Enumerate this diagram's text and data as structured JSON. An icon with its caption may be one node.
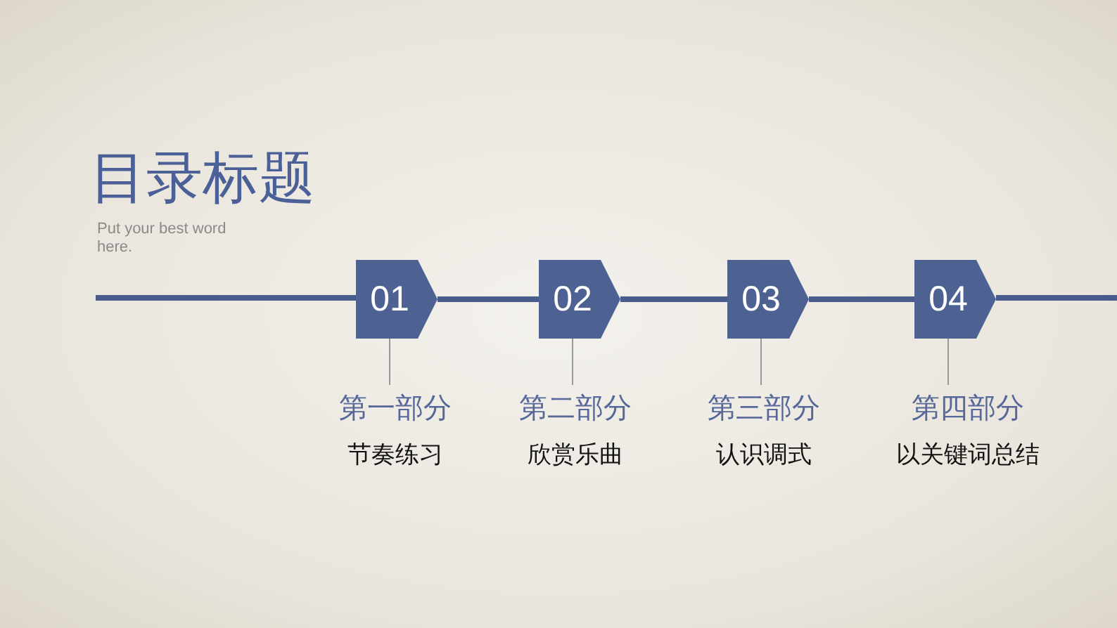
{
  "diagram": {
    "title": "目录标题",
    "nodes": [
      {
        "text": [
          "01"
        ]
      },
      {
        "text": [
          "02"
        ]
      },
      {
        "text": [
          "03"
        ]
      },
      {
        "text": [
          "04"
        ]
      },
      {
        "text": [
          "第一部分",
          "节奏练习"
        ]
      },
      {
        "text": [
          "第二部分",
          "欣赏乐曲"
        ]
      },
      {
        "text": [
          "第三部分",
          "认识调式"
        ]
      },
      {
        "text": [
          "第四部分",
          "以关键词总结"
        ]
      }
    ],
    "edges": [
      {
        "from": 0,
        "to": 1,
        "arrow": "none",
        "style": "thick",
        "color": "#4a5c8c"
      },
      {
        "from": 1,
        "to": 2,
        "arrow": "none",
        "style": "thick",
        "color": "#4a5c8c"
      },
      {
        "from": 2,
        "to": 3,
        "arrow": "none",
        "style": "thick",
        "color": "#4a5c8c"
      },
      {
        "from": 0,
        "to": 4,
        "arrow": "none",
        "color": "#9a9a9a"
      },
      {
        "from": 1,
        "to": 5,
        "arrow": "none",
        "color": "#9a9a9a"
      },
      {
        "from": 2,
        "to": 6,
        "arrow": "none",
        "color": "#9a9a9a"
      },
      {
        "from": 3,
        "to": 7,
        "arrow": "none",
        "color": "#9a9a9a"
      }
    ],
    "labels": [
      "Put your best word here."
    ]
  }
}
